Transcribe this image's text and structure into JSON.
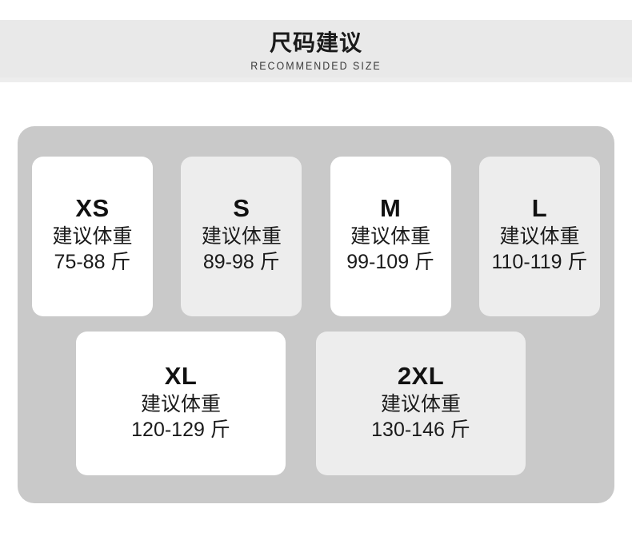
{
  "header": {
    "title": "尺码建议",
    "subtitle": "RECOMMENDED SIZE",
    "band_color": "#E9E9E9"
  },
  "panel": {
    "background_color": "#C9C9C9",
    "card_white": "#FFFFFF",
    "card_light": "#EDEDED",
    "weight_label": "建议体重"
  },
  "rows": {
    "top": [
      {
        "size": "XS",
        "weight_title": "建议体重",
        "weight_value": "75-88 斤",
        "tone": "white"
      },
      {
        "size": "S",
        "weight_title": "建议体重",
        "weight_value": "89-98 斤",
        "tone": "light"
      },
      {
        "size": "M",
        "weight_title": "建议体重",
        "weight_value": "99-109 斤",
        "tone": "white"
      },
      {
        "size": "L",
        "weight_title": "建议体重",
        "weight_value": "110-119 斤",
        "tone": "light"
      }
    ],
    "bottom": [
      {
        "size": "XL",
        "weight_title": "建议体重",
        "weight_value": "120-129 斤",
        "tone": "white"
      },
      {
        "size": "2XL",
        "weight_title": "建议体重",
        "weight_value": "130-146 斤",
        "tone": "light"
      }
    ]
  }
}
